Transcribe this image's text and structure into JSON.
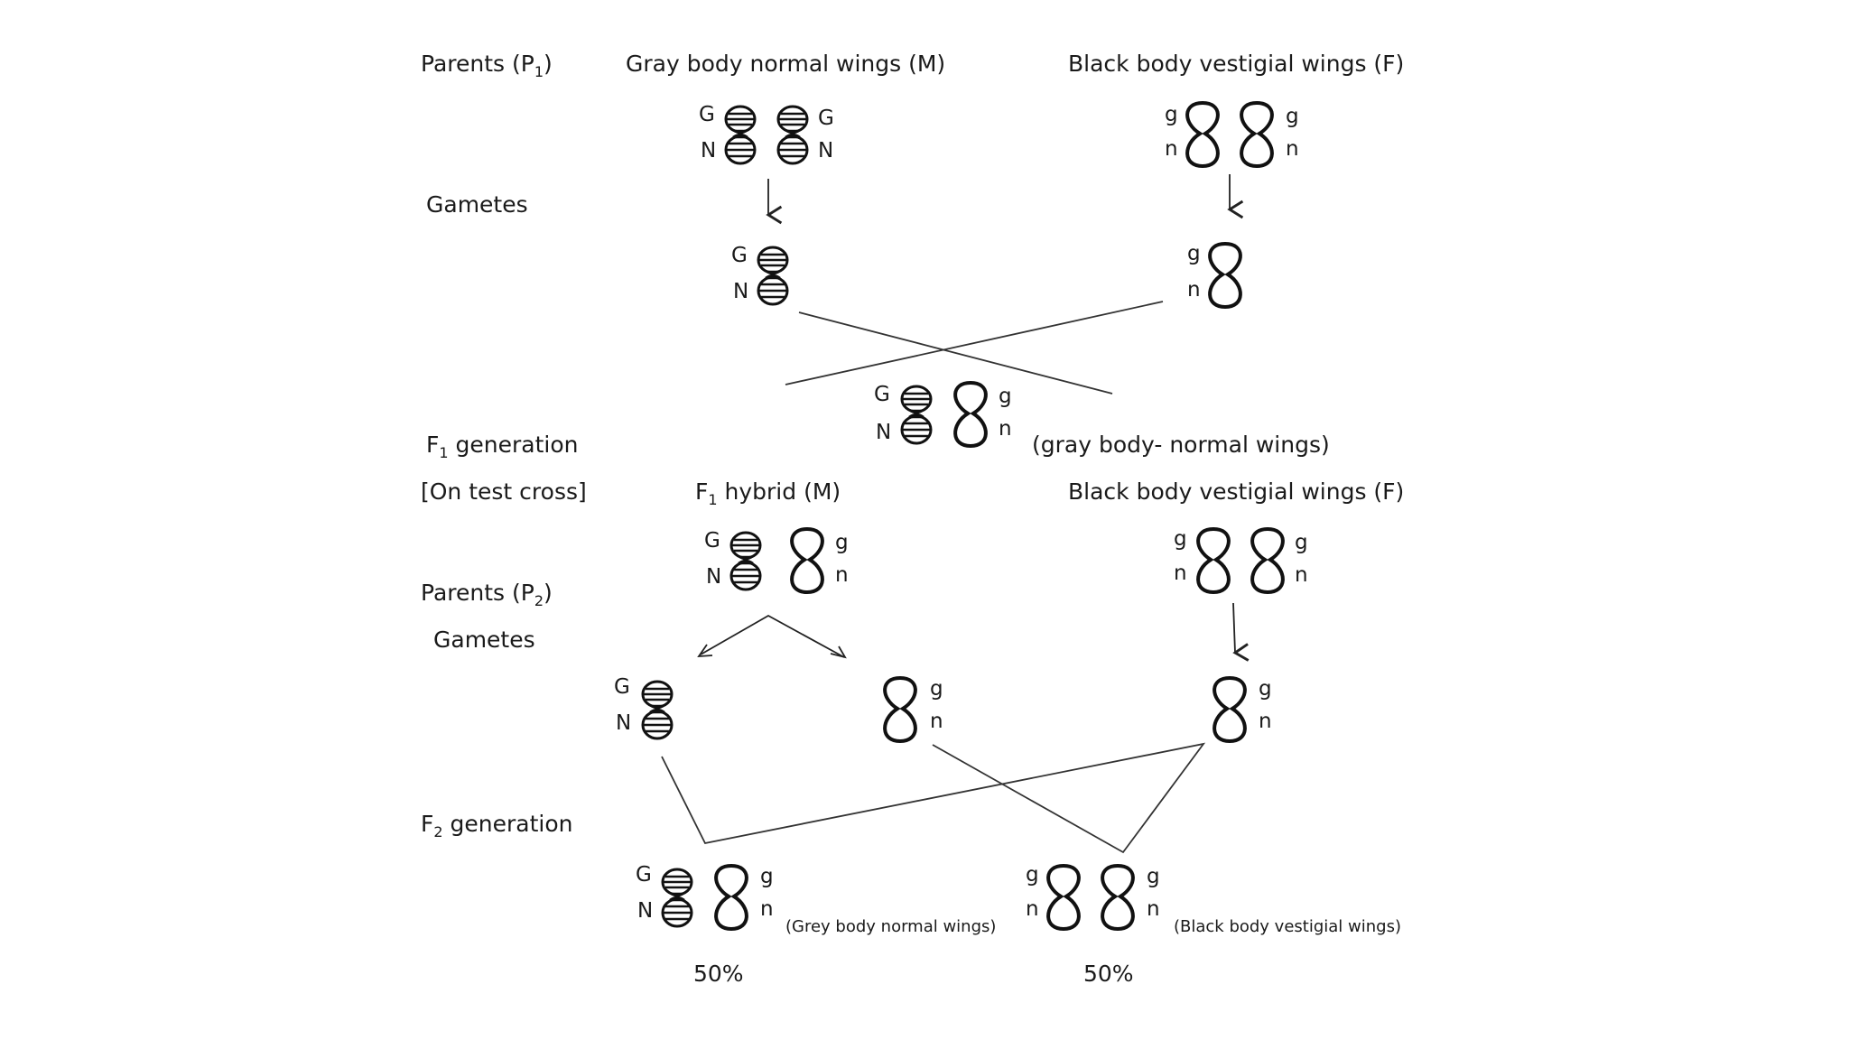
{
  "rows": {
    "parents_p1_prefix": "Parents (P",
    "parents_p1_sub": "1",
    "parents_p1_suffix": ")",
    "gametes_1": "Gametes",
    "f1_generation_prefix": "F",
    "f1_generation_sub": "1",
    "f1_generation_suffix": " generation",
    "test_cross": "[On test cross]",
    "parents_p2_prefix": "Parents (P",
    "parents_p2_sub": "2",
    "parents_p2_suffix": ")",
    "gametes_2": "Gametes",
    "f2_generation_prefix": "F",
    "f2_generation_sub": "2",
    "f2_generation_suffix": " generation"
  },
  "headers": {
    "male_p1": "Gray body normal wings (M)",
    "female_p1": "Black body vestigial wings (F)",
    "f1_hybrid_prefix": "F",
    "f1_hybrid_sub": "1",
    "f1_hybrid_suffix": " hybrid (M)",
    "female_p2": "Black body vestigial wings (F)"
  },
  "f1_phenotype": "(gray body- normal wings)",
  "f2": {
    "left_phenotype": "(Grey body normal wings)",
    "right_phenotype": "(Black body vestigial wings)",
    "left_percent": "50%",
    "right_percent": "50%"
  },
  "alleles": {
    "G": "G",
    "N": "N",
    "g": "g",
    "n": "n"
  }
}
